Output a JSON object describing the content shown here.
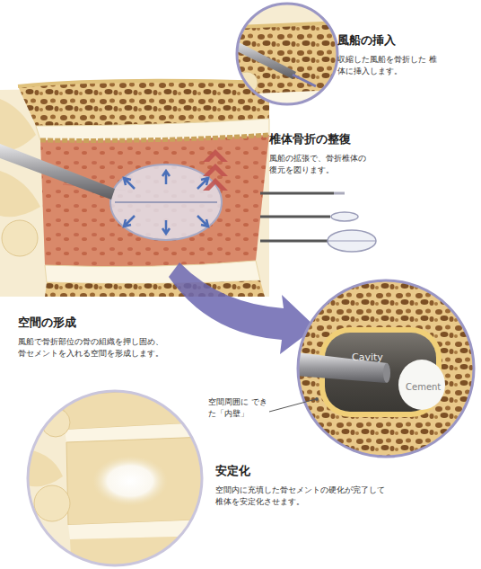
{
  "diagram": {
    "labels": [
      "風船の挿入",
      "収縮した風船を骨折した 椎体に挿入します。",
      "椎体骨折の整復",
      "風船の拡張で、骨折椎体の 復元を図ります。",
      "空間の形成",
      "風船で骨折部位の骨の組織を押し固め、 骨セメントを入れる空間を形成します。",
      "Cavity",
      "Cement",
      "空間周囲に できた「内壁」",
      "安定化",
      "空間内に充填した骨セメントの硬化が完了して 椎体を安定化させます。"
    ]
  }
}
